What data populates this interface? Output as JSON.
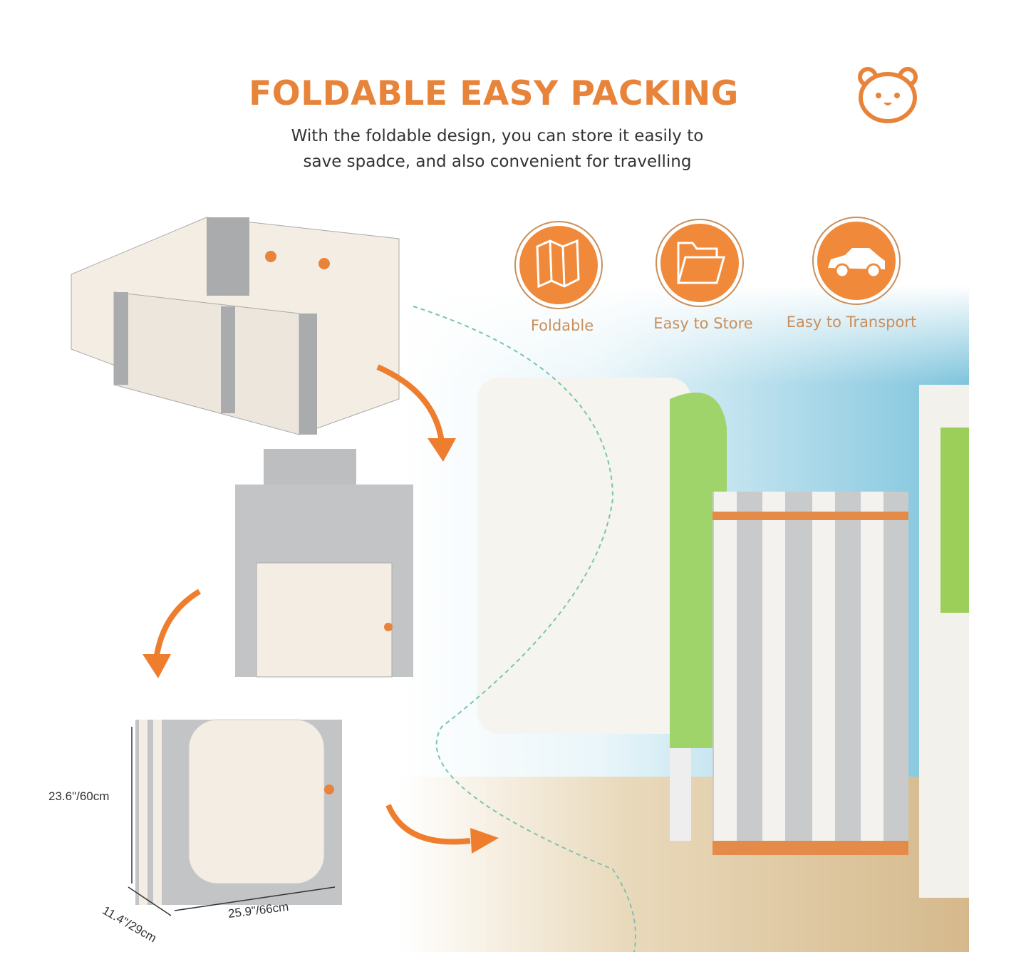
{
  "header": {
    "title": "FOLDABLE EASY PACKING",
    "subtitle_line1": "With the foldable design, you can store it easily to",
    "subtitle_line2": "save spadce, and also convenient for travelling"
  },
  "features": [
    {
      "label": "Foldable",
      "icon": "folded-map-icon"
    },
    {
      "label": "Easy to Store",
      "icon": "folder-icon"
    },
    {
      "label": "Easy to Transport",
      "icon": "car-icon"
    }
  ],
  "dimensions": {
    "height": "23.6\"/60cm",
    "depth": "11.4\"/29cm",
    "width": "25.9\"/66cm"
  },
  "colors": {
    "accent": "#e8833a",
    "panel_gray": "#a9abad",
    "panel_cream": "#f3ede4"
  }
}
